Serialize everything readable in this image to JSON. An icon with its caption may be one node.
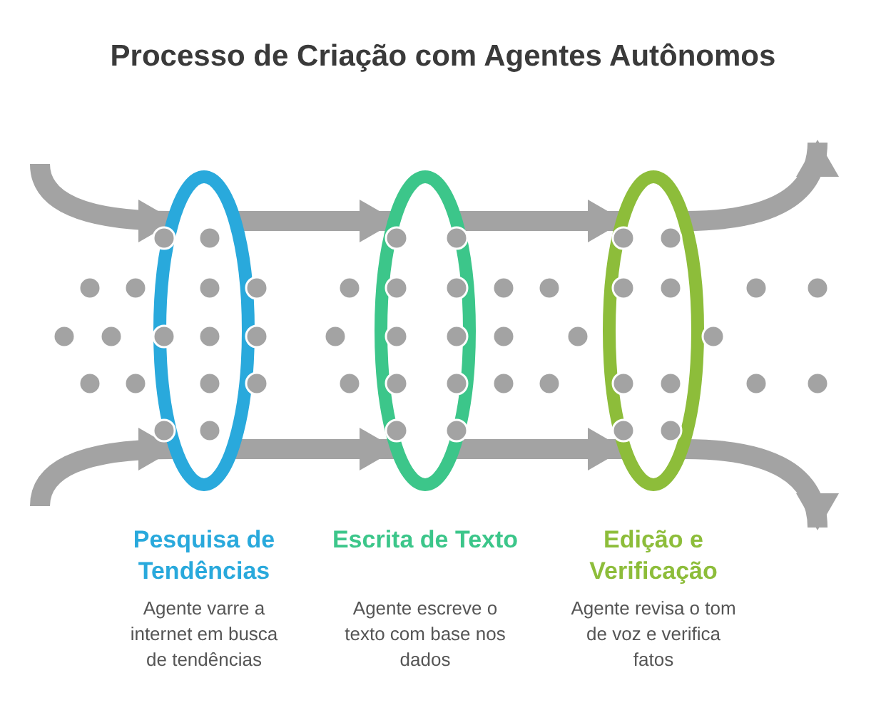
{
  "diagram": {
    "title": "Processo de Criação com Agentes Autônomos",
    "nodes": [
      {
        "text": [
          "Pesquisa de Tendências",
          "Agente varre a internet em busca de tendências"
        ]
      },
      {
        "text": [
          "Escrita de Texto",
          "Agente escreve o texto com base nos dados"
        ]
      },
      {
        "text": [
          "Edição e Verificação",
          "Agente revisa o tom de voz e verifica fatos"
        ]
      }
    ],
    "edges": [
      {
        "from": null,
        "to": 0,
        "arrow": "to"
      },
      {
        "from": null,
        "to": 0,
        "arrow": "to"
      },
      {
        "from": 0,
        "to": 1,
        "arrow": "to"
      },
      {
        "from": 0,
        "to": 1,
        "arrow": "to"
      },
      {
        "from": 1,
        "to": 2,
        "arrow": "to"
      },
      {
        "from": 1,
        "to": 2,
        "arrow": "to"
      },
      {
        "from": 2,
        "to": null,
        "arrow": "to"
      },
      {
        "from": 2,
        "to": null,
        "arrow": "to"
      }
    ]
  }
}
